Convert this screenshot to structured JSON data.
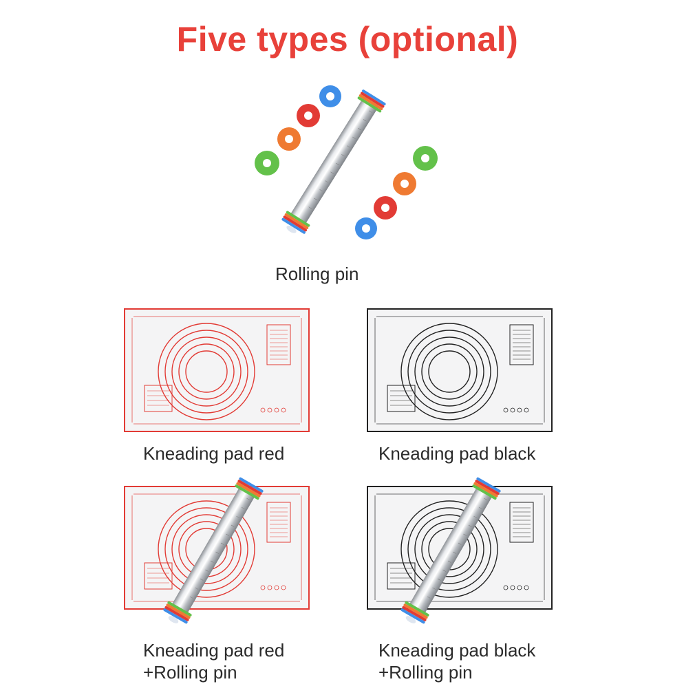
{
  "title": "Five types (optional)",
  "colors": {
    "title": "#e8413a",
    "red_mat": "#e23b35",
    "black_mat": "#222222",
    "steel": "#c9ccd0"
  },
  "items": [
    {
      "label": "Rolling pin",
      "icon": "rolling-pin-icon"
    },
    {
      "label": "Kneading pad red",
      "icon": "kneading-pad-red-icon"
    },
    {
      "label": "Kneading pad black",
      "icon": "kneading-pad-black-icon"
    },
    {
      "label_line1": "Kneading pad red",
      "label_line2": "+Rolling pin",
      "icon": "kneading-pad-red-with-pin-icon"
    },
    {
      "label_line1": "Kneading pad black",
      "label_line2": "+Rolling pin",
      "icon": "kneading-pad-black-with-pin-icon"
    }
  ]
}
